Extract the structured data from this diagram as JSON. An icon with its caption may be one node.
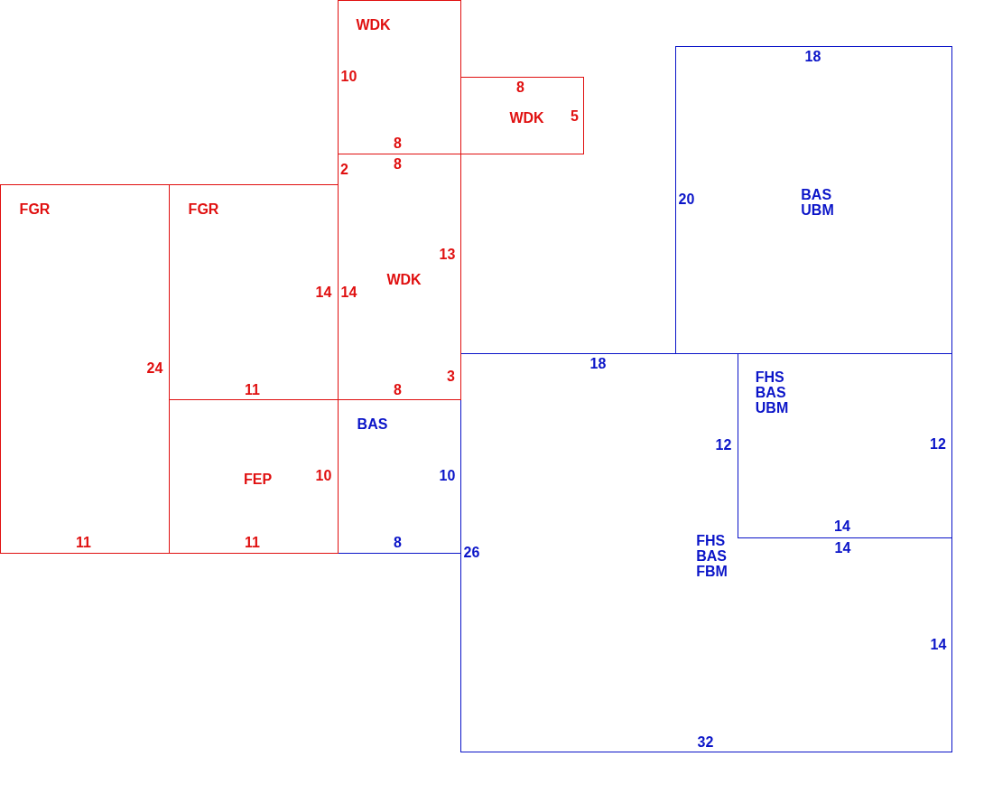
{
  "diagram": {
    "nodes": [
      {
        "text": [
          "WDK",
          "10",
          "8"
        ]
      },
      {
        "text": [
          "18",
          "20",
          "BAS UBM"
        ]
      },
      {
        "text": [
          "8",
          "WDK",
          "5"
        ]
      },
      {
        "text": [
          "2",
          "8",
          "13",
          "WDK",
          "14",
          "3",
          "8"
        ]
      },
      {
        "text": [
          "FGR",
          "24",
          "11"
        ]
      },
      {
        "text": [
          "FGR",
          "14",
          "11"
        ]
      },
      {
        "text": [
          "18",
          "12",
          "26",
          "FHS BAS FBM",
          "14",
          "14",
          "32"
        ]
      },
      {
        "text": [
          "FHS BAS UBM",
          "12",
          "14"
        ],
        "in": 6
      },
      {
        "text": [
          "FEP",
          "10",
          "11"
        ]
      },
      {
        "text": [
          "BAS",
          "10",
          "8"
        ]
      }
    ]
  }
}
